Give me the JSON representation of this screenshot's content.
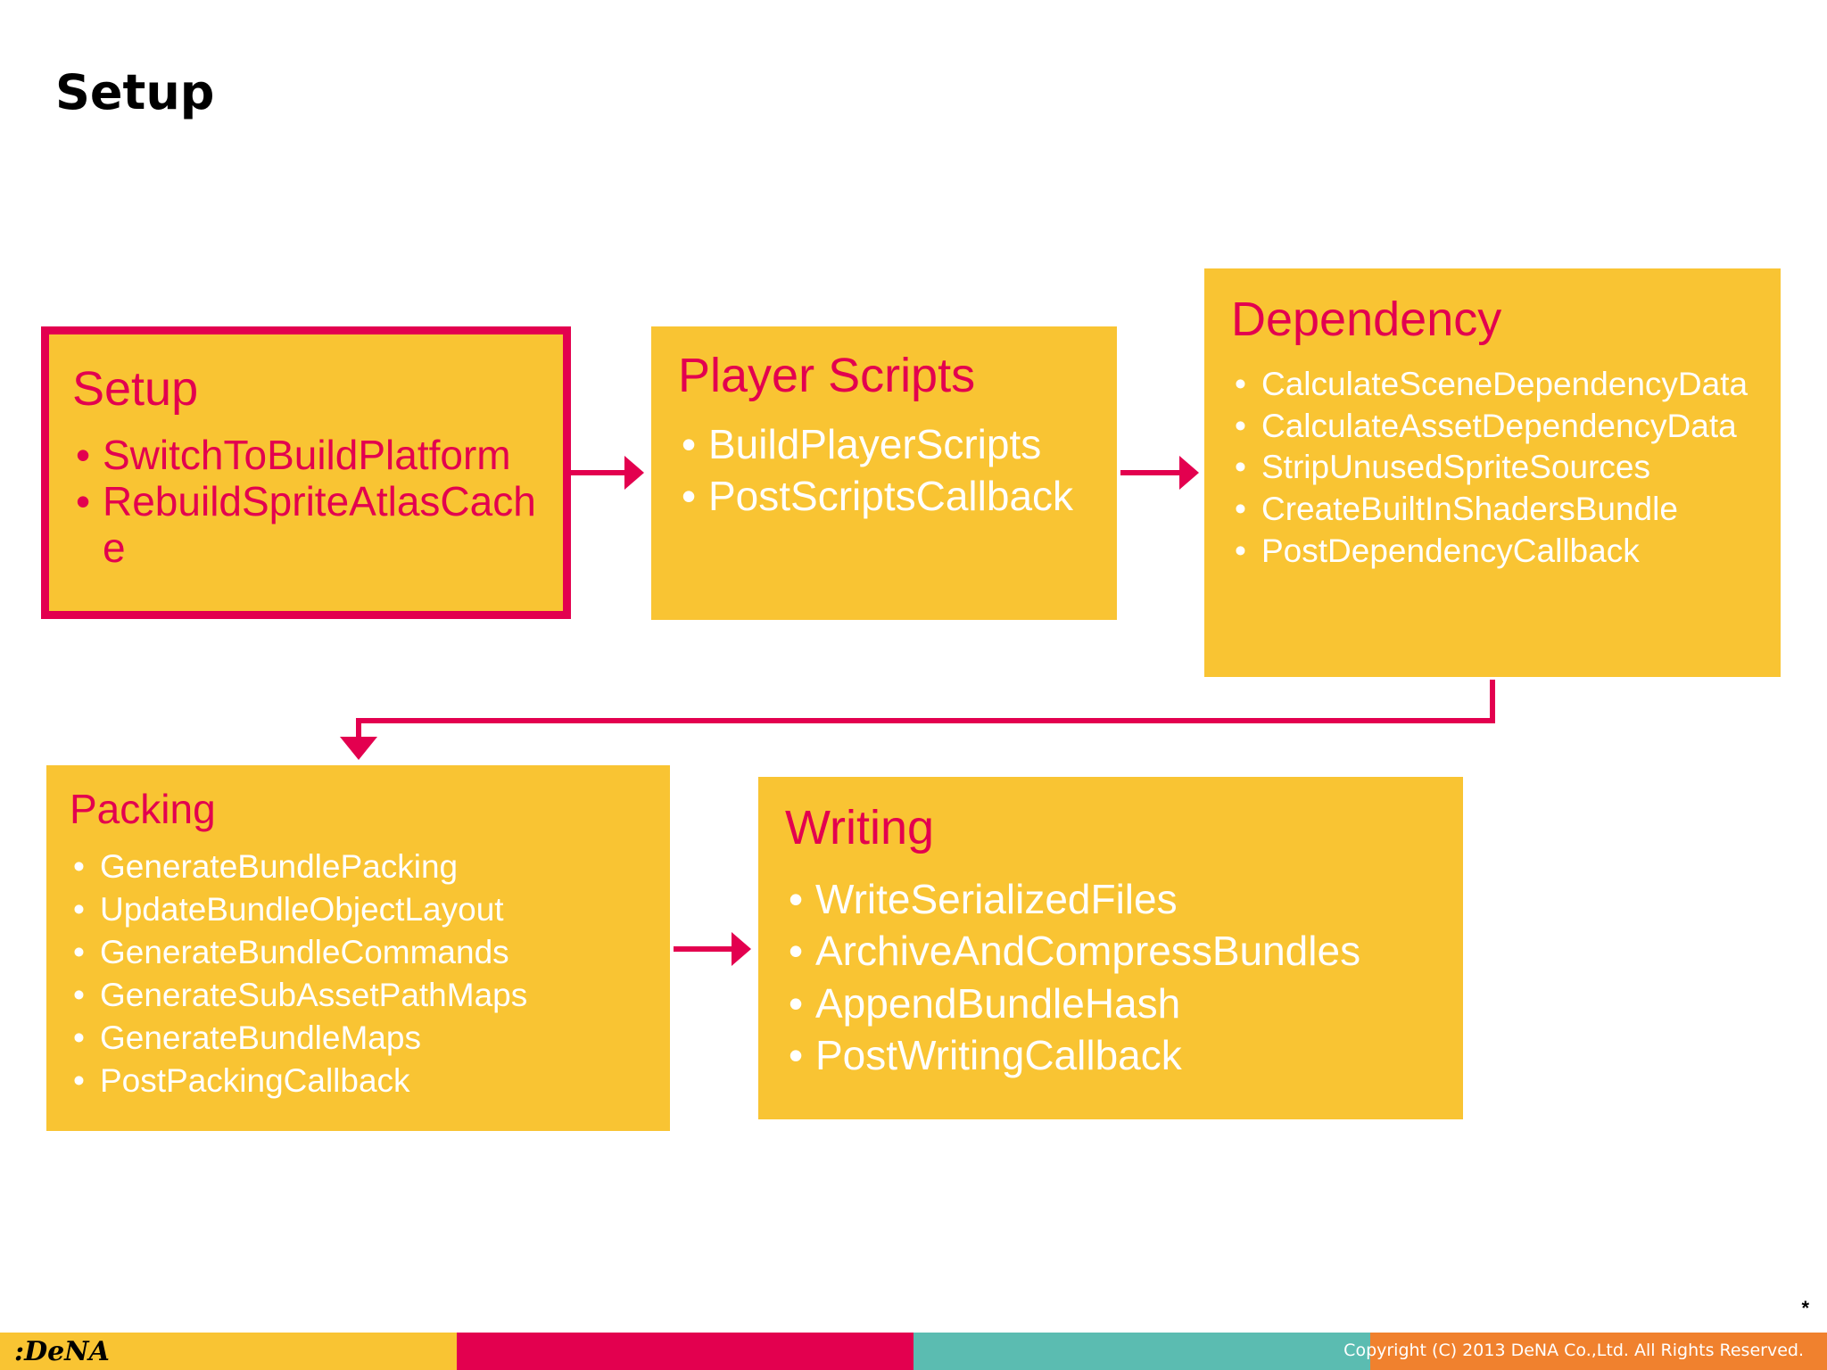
{
  "slide": {
    "title": "Setup"
  },
  "stages": {
    "setup": {
      "title": "Setup",
      "items": [
        "SwitchToBuildPlatform",
        "RebuildSpriteAtlasCache"
      ]
    },
    "player_scripts": {
      "title": "Player Scripts",
      "items": [
        "BuildPlayerScripts",
        "PostScriptsCallback"
      ]
    },
    "dependency": {
      "title": "Dependency",
      "items": [
        "CalculateSceneDependencyData",
        "CalculateAssetDependencyData",
        "StripUnusedSpriteSources",
        "CreateBuiltInShadersBundle",
        "PostDependencyCallback"
      ]
    },
    "packing": {
      "title": "Packing",
      "items": [
        "GenerateBundlePacking",
        "UpdateBundleObjectLayout",
        "GenerateBundleCommands",
        "GenerateSubAssetPathMaps",
        "GenerateBundleMaps",
        "PostPackingCallback"
      ]
    },
    "writing": {
      "title": "Writing",
      "items": [
        "WriteSerializedFiles",
        "ArchiveAndCompressBundles",
        "AppendBundleHash",
        "PostWritingCallback"
      ]
    }
  },
  "bullet": "•",
  "footer": {
    "logo": ":DeNA",
    "copyright": "Copyright (C) 2013 DeNA Co.,Ltd. All Rights Reserved.",
    "page_marker": "*"
  },
  "colors": {
    "box": "#f9c433",
    "accent": "#e3004f",
    "teal": "#5bbcb1",
    "orange": "#f0812e"
  }
}
